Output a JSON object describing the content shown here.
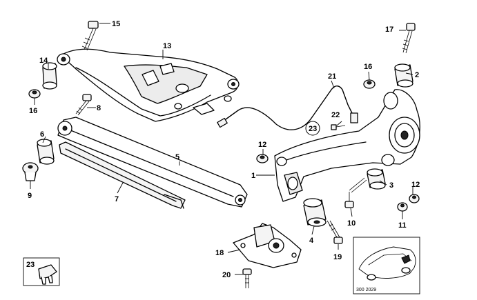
{
  "callouts": {
    "c1": "1",
    "c2": "2",
    "c3": "3",
    "c4": "4",
    "c5": "5",
    "c6": "6",
    "c7": "7",
    "c8": "8",
    "c9": "9",
    "c10": "10",
    "c11": "11",
    "c12a": "12",
    "c12b": "12",
    "c13": "13",
    "c14": "14",
    "c15": "15",
    "c16a": "16",
    "c16b": "16",
    "c17": "17",
    "c18": "18",
    "c19": "19",
    "c20": "20",
    "c21": "21",
    "c22": "22",
    "c23a": "23",
    "c23b": "23"
  },
  "drawing_code": "300 2029"
}
